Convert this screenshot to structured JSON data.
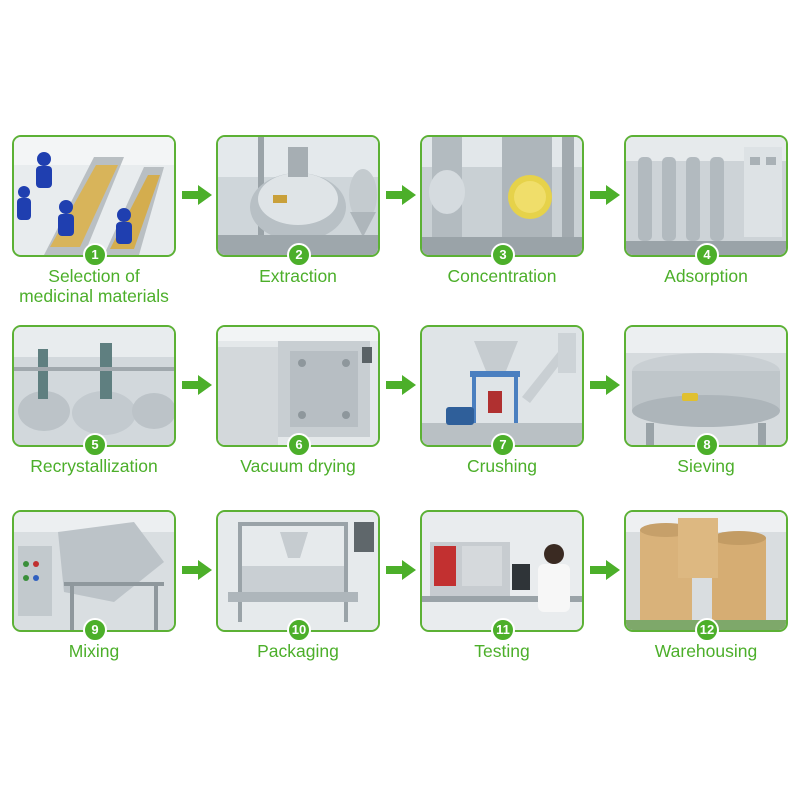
{
  "accent_color": "#4caf2a",
  "steps": [
    {
      "number": "1",
      "label": "Selection of\nmedicinal materials"
    },
    {
      "number": "2",
      "label": "Extraction"
    },
    {
      "number": "3",
      "label": "Concentration"
    },
    {
      "number": "4",
      "label": "Adsorption"
    },
    {
      "number": "5",
      "label": "Recrystallization"
    },
    {
      "number": "6",
      "label": "Vacuum drying"
    },
    {
      "number": "7",
      "label": "Crushing"
    },
    {
      "number": "8",
      "label": "Sieving"
    },
    {
      "number": "9",
      "label": "Mixing"
    },
    {
      "number": "10",
      "label": "Packaging"
    },
    {
      "number": "11",
      "label": "Testing"
    },
    {
      "number": "12",
      "label": "Warehousing"
    }
  ]
}
